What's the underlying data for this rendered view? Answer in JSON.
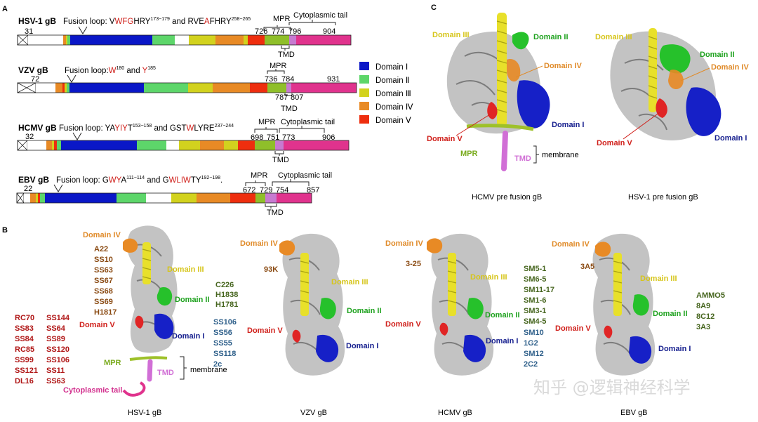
{
  "panels": {
    "a": {
      "letter": "A"
    },
    "b": {
      "letter": "B"
    },
    "c": {
      "letter": "C"
    }
  },
  "colors": {
    "domain_i": "#0a17c7",
    "domain_ii": "#5dd66a",
    "domain_iii": "#d2d21e",
    "domain_iv": "#e88a25",
    "domain_v": "#ee2e0e",
    "mpr": "#8fbf2a",
    "tmd": "#c77ad0",
    "tail": "#e0338d",
    "red_text": "#d0201b",
    "orange_text": "#e08b2a",
    "brown_text": "#8a4a12",
    "green_text": "#1fa21f",
    "dkgreen_text": "#46651e",
    "blue_text": "#17208f",
    "steel_text": "#2e5f8a",
    "darkred_text": "#b01616",
    "magenta_text": "#d2308e",
    "olive_text": "#7aab1e",
    "yellow_text": "#d6c51a"
  },
  "legend": {
    "items": [
      {
        "label": "Domain Ⅰ",
        "color": "#0a17c7"
      },
      {
        "label": "Domain Ⅱ",
        "color": "#5dd66a"
      },
      {
        "label": "Domain Ⅲ",
        "color": "#d2d21e"
      },
      {
        "label": "Domain Ⅳ",
        "color": "#e88a25"
      },
      {
        "label": "Domain Ⅴ",
        "color": "#ee2e0e"
      }
    ]
  },
  "schematics": {
    "hsv1": {
      "name": "HSV-1 gB",
      "fusion_loop": {
        "prefix": "Fusion loop: V",
        "p1": "WFG",
        "p2": "HRY",
        "sup1": "173−179",
        "mid": " and RVE",
        "p3": "A",
        "p4": "FHRY",
        "sup2": "258−265"
      },
      "signal_end": "31",
      "mpr_label": "MPR",
      "tmd_label": "TMD",
      "tail_label": "Cytoplasmic tail",
      "positions": [
        "726",
        "774",
        "796",
        "904"
      ]
    },
    "vzv": {
      "name": "VZV gB",
      "fusion_loop": {
        "prefix": "Fusion loop:",
        "p1": "W",
        "sup1": "180",
        "mid": " and ",
        "p2": "Y",
        "sup2": "185"
      },
      "signal_end": "72",
      "mpr_label": "MPR",
      "tmd_label": "TMD",
      "positions_top": [
        "736",
        "784",
        "931"
      ],
      "positions_bottom": [
        "787",
        "807"
      ]
    },
    "hcmv": {
      "name": "HCMV gB",
      "fusion_loop": {
        "prefix": "Fusion loop: YA",
        "p1": "YIY",
        "p2": "T",
        "sup1": "153−158",
        "mid": " and GST",
        "p3": "W",
        "p4": "LYRE",
        "sup2": "237−244"
      },
      "signal_end": "32",
      "mpr_label": "MPR",
      "tmd_label": "TMD",
      "tail_label": "Cytoplasmic tail",
      "positions": [
        "698",
        "751",
        "773",
        "906"
      ]
    },
    "ebv": {
      "name": "EBV gB",
      "fusion_loop": {
        "prefix": "Fusion loop:  G",
        "p1": "WY",
        "p2": "A",
        "sup1": "111−114",
        "mid": " and G",
        "p3": "WLIW",
        "p4": "TY",
        "sup2": "192−198",
        "end": "."
      },
      "signal_end": "22",
      "mpr_label": "MPR",
      "tmd_label": "TMD",
      "tail_label": "Cytoplasmic tail",
      "positions": [
        "672",
        "729",
        "754",
        "857"
      ]
    }
  },
  "panel_c": {
    "hcmv": {
      "caption": "HCMV pre fusion gB",
      "domain_iii": "Domain III",
      "domain_ii": "Domain II",
      "domain_iv": "Domain IV",
      "domain_i": "Domain I",
      "domain_v": "Domain V",
      "mpr": "MPR",
      "tmd": "TMD",
      "membrane": "membrane"
    },
    "hsv1": {
      "caption": "HSV-1 pre fusion gB",
      "domain_iii": "Domain III",
      "domain_ii": "Domain II",
      "domain_iv": "Domain IV",
      "domain_i": "Domain I",
      "domain_v": "Domain V"
    }
  },
  "panel_b": {
    "hsv1": {
      "caption": "HSV-1 gB",
      "domain_iv": "Domain IV",
      "domain_iii": "Domain III",
      "domain_ii": "Domain II",
      "domain_v": "Domain V",
      "domain_i": "Domain I",
      "mpr": "MPR",
      "tmd": "TMD",
      "membrane": "membrane",
      "tail": "Cytoplasmic tail",
      "abs_iv": [
        "A22",
        "SS10",
        "SS63",
        "SS67",
        "SS68",
        "SS69",
        "H1817"
      ],
      "abs_ii": [
        "C226",
        "H1838",
        "H1781"
      ],
      "abs_i": [
        "SS106",
        "SS56",
        "SS55",
        "SS118",
        "2c"
      ],
      "abs_v_col1": [
        "RC70",
        "SS83",
        "SS84",
        "RC85",
        "SS99",
        "SS121",
        "DL16"
      ],
      "abs_v_col2": [
        "SS144",
        "SS64",
        "SS89",
        "SS120",
        "SS106",
        "SS11",
        "SS63"
      ]
    },
    "vzv": {
      "caption": "VZV gB",
      "domain_iv": "Domain IV",
      "domain_iii": "Domain III",
      "domain_ii": "Domain II",
      "domain_v": "Domain V",
      "domain_i": "Domain I",
      "ab_iv": "93K"
    },
    "hcmv": {
      "caption": "HCMV gB",
      "domain_iv": "Domain IV",
      "domain_iii": "Domain III",
      "domain_ii": "Domain II",
      "domain_v": "Domain V",
      "domain_i": "Domain I",
      "ab_iv": "3-25",
      "abs_ii": [
        "SM5-1",
        "SM6-5",
        "SM11-17",
        "SM1-6",
        "SM3-1",
        "SM4-5"
      ],
      "abs_i": [
        "SM10",
        "1G2",
        "SM12",
        "2C2"
      ]
    },
    "ebv": {
      "caption": "EBV gB",
      "domain_iv": "Domain IV",
      "domain_iii": "Domain III",
      "domain_ii": "Domain II",
      "domain_v": "Domain V",
      "domain_i": "Domain I",
      "ab_iv": "3A5",
      "abs_ii": [
        "AMMO5",
        "8A9",
        "8C12",
        "3A3"
      ]
    }
  },
  "watermark": "知乎 @逻辑神经科学"
}
